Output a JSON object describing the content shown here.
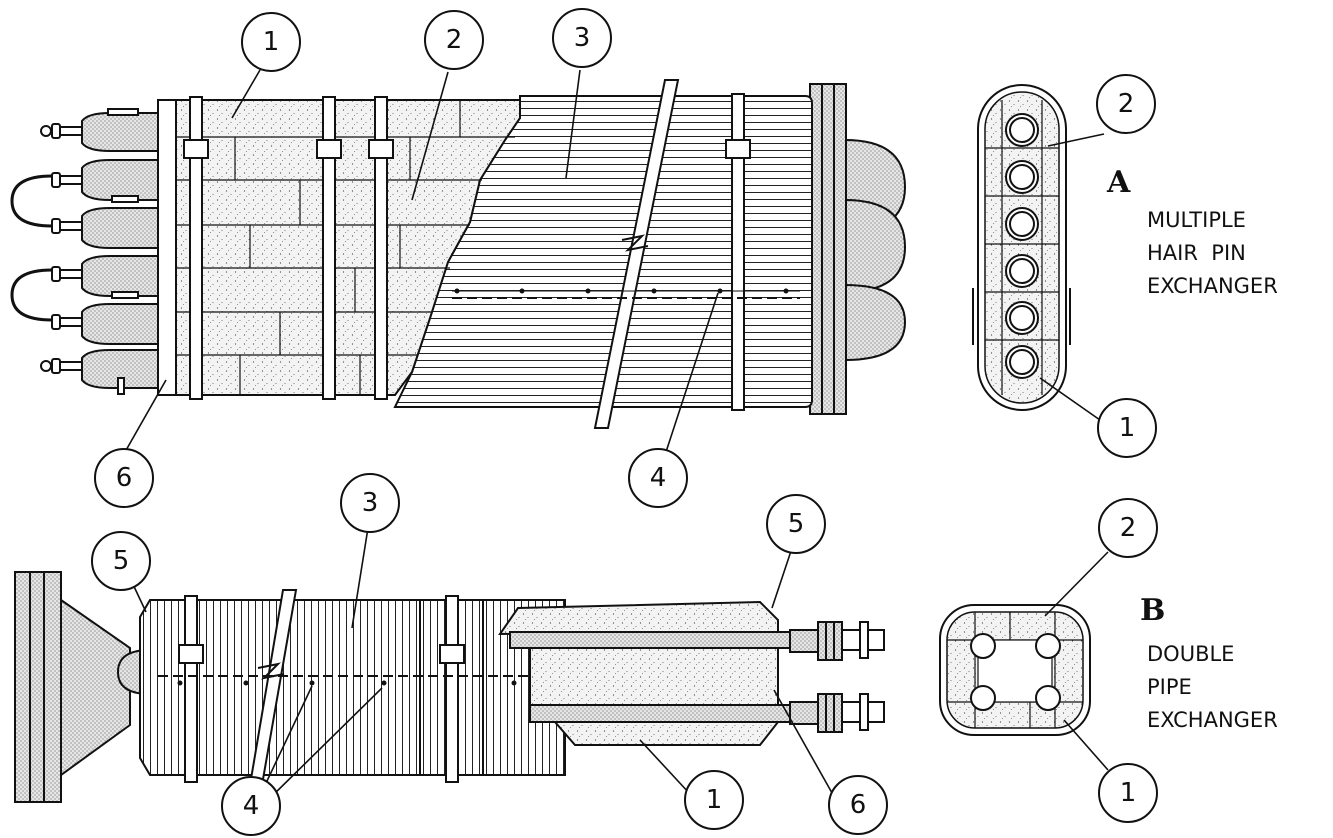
{
  "diagram": {
    "callouts": {
      "a1": "1",
      "a2": "2",
      "a3": "3",
      "a4": "4",
      "a6": "6",
      "sa2": "2",
      "sa1": "1",
      "b3": "3",
      "b5l": "5",
      "b5r": "5",
      "b4": "4",
      "b1": "1",
      "b6": "6",
      "sb2": "2",
      "sb1": "1"
    },
    "section_a": {
      "letter": "A",
      "caption_lines": [
        "MULTIPLE",
        "HAIR  PIN",
        "EXCHANGER"
      ]
    },
    "section_b": {
      "letter": "B",
      "caption_lines": [
        "DOUBLE",
        "PIPE",
        "EXCHANGER"
      ]
    },
    "colors": {
      "line": "#111111",
      "insulation_fill": "#f2f2f2",
      "stipple_fill": "#d9d9d9"
    }
  }
}
